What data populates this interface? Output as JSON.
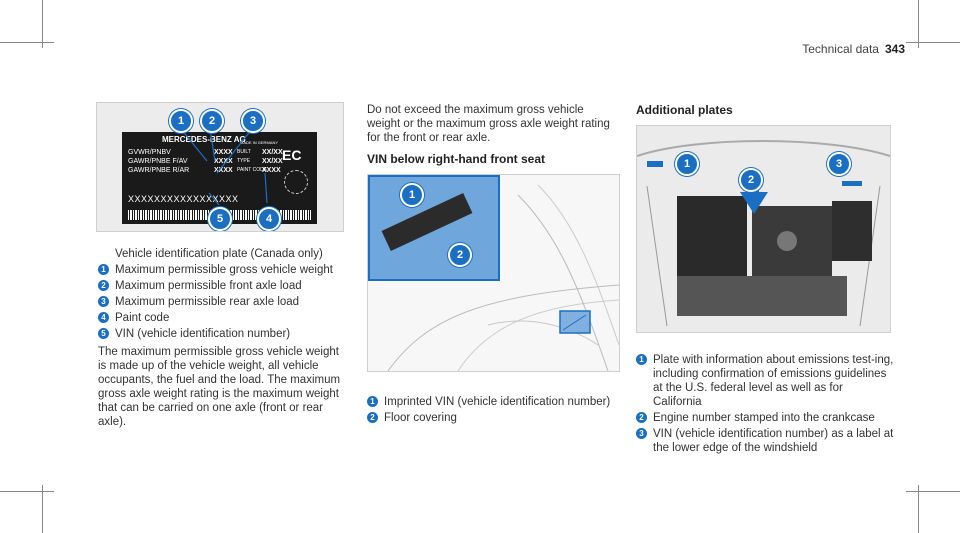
{
  "header": {
    "section": "Technical data",
    "page": "343"
  },
  "col1": {
    "figure": {
      "callouts": [
        "1",
        "2",
        "3",
        "4",
        "5"
      ],
      "plate": {
        "maker": "MERCEDES-BENZ AG",
        "made_in": "MADE IN GERMANY",
        "rows": [
          "GVWR/PNBV",
          "GAWR/PNBE F/AV",
          "GAWR/PNBE R/AR"
        ],
        "vals": [
          "XXXX",
          "XXXX",
          "XXXX"
        ],
        "tags": [
          "BUILT",
          "TYPE",
          "PAINT CODE"
        ],
        "vals2": [
          "XX/XX",
          "XX/XX",
          "XXXX"
        ],
        "mark": "EC",
        "vin": "XXXXXXXXXXXXXXXXX"
      }
    },
    "caption": "Vehicle identification plate (Canada only)",
    "legend": [
      {
        "n": "1",
        "t": "Maximum permissible gross vehicle weight"
      },
      {
        "n": "2",
        "t": "Maximum permissible front axle load"
      },
      {
        "n": "3",
        "t": "Maximum permissible rear axle load"
      },
      {
        "n": "4",
        "t": "Paint code"
      },
      {
        "n": "5",
        "t": "VIN (vehicle identification number)"
      }
    ],
    "para": "The maximum permissible gross vehicle weight is made up of the vehicle weight, all vehicle occupants, the fuel and the load. The maximum gross axle weight rating is the maximum weight that can be carried on one axle (front or rear axle)."
  },
  "col2": {
    "intro": "Do not exceed the maximum gross vehicle weight or the maximum gross axle weight rating for the front or rear axle.",
    "heading": "VIN below right-hand front seat",
    "callouts": [
      "1",
      "2"
    ],
    "legend": [
      {
        "n": "1",
        "t": "Imprinted VIN (vehicle identification number)"
      },
      {
        "n": "2",
        "t": "Floor covering"
      }
    ]
  },
  "col3": {
    "heading": "Additional plates",
    "callouts": [
      "1",
      "2",
      "3"
    ],
    "legend": [
      {
        "n": "1",
        "t": "Plate with information about emissions test-ing, including confirmation of emissions guidelines at the U.S. federal level as well as for California"
      },
      {
        "n": "2",
        "t": "Engine number stamped into the crankcase"
      },
      {
        "n": "3",
        "t": "VIN (vehicle identification number) as a label at the lower edge of the windshield"
      }
    ]
  }
}
